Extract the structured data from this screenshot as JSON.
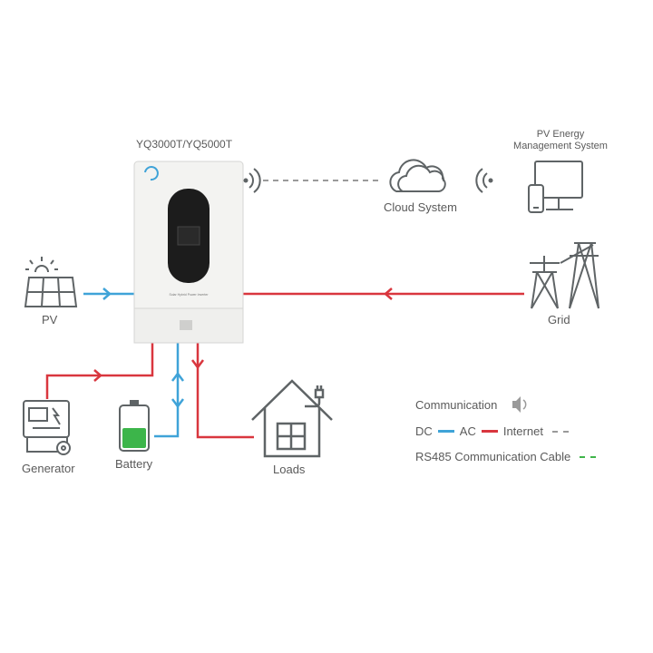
{
  "inverter": {
    "model_label": "YQ3000T/YQ5000T",
    "front_text": "Solar Hybrid Power Inverter"
  },
  "pems": {
    "line1": "PV Energy",
    "line2": "Management System"
  },
  "cloud": {
    "label": "Cloud System"
  },
  "pv": {
    "label": "PV"
  },
  "grid": {
    "label": "Grid"
  },
  "generator": {
    "label": "Generator"
  },
  "battery": {
    "label": "Battery",
    "fill_fraction": 0.5
  },
  "loads": {
    "label": "Loads"
  },
  "legend": {
    "communication": "Communication",
    "dc": "DC",
    "ac": "AC",
    "internet": "Internet",
    "rs485": "RS485 Communication Cable"
  },
  "colors": {
    "dc": "#3fa3d8",
    "ac": "#d9363e",
    "internet": "#9a9a9a",
    "rs485": "#3fb54a",
    "icon": "#5f6466",
    "battery_fill": "#3cb54a"
  }
}
